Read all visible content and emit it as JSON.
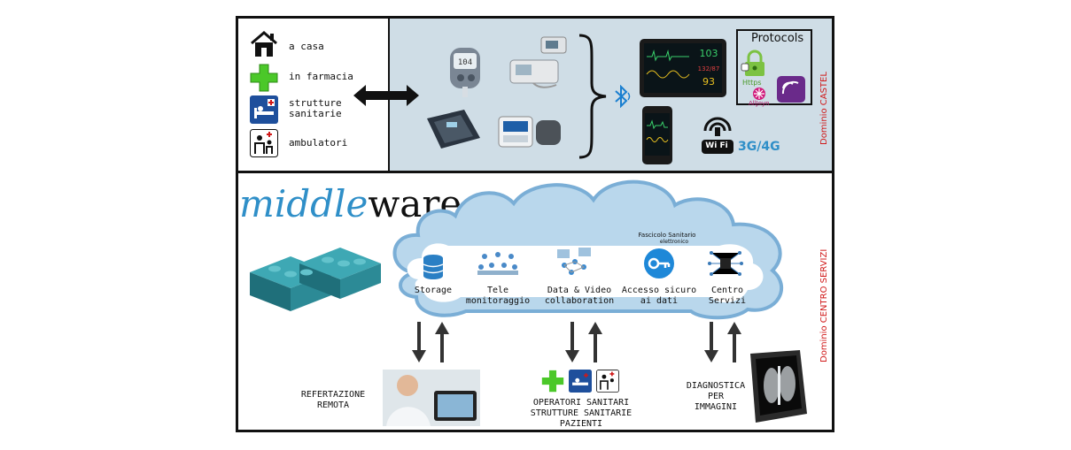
{
  "locations": {
    "home": "a casa",
    "pharmacy": "in farmacia",
    "facilities": "strutture\nsanitarie",
    "clinics": "ambulatori"
  },
  "domains": {
    "castel": "Dominio CASTEL",
    "centro": "Dominio CENTRO SERVIZI"
  },
  "protocols": {
    "title": "Protocols",
    "https": "Https",
    "alljoyn": "AllJoyn"
  },
  "connectivity": {
    "wifi": "Wi Fi",
    "mobile": "3G/4G"
  },
  "monitor": {
    "v1": "103",
    "v2": "132/87",
    "v3": "93"
  },
  "middleware": {
    "part1": "middle",
    "part2": "ware"
  },
  "services": {
    "storage": "Storage",
    "tele": "Tele\nmonitoraggio",
    "collab": "Data & Video\ncollaboration",
    "access": "Accesso sicuro\nai dati",
    "centro": "Centro\nServizi",
    "fascicolo1": "Fascicolo Sanitario",
    "fascicolo2": "elettronico"
  },
  "bottom": {
    "refertazione": "REFERTAZIONE\nREMOTA",
    "operatori": "OPERATORI SANITARI\nSTRUTTURE SANITARIE\nPAZIENTI",
    "diagnostica": "DIAGNOSTICA\nPER\nIMMAGINI"
  },
  "colors": {
    "accent": "#2f8fc8",
    "domain_red": "#d01818",
    "panel_bg": "#cfdde6",
    "green_cross": "#4bc829",
    "blue_bed": "#1e4f9c"
  }
}
